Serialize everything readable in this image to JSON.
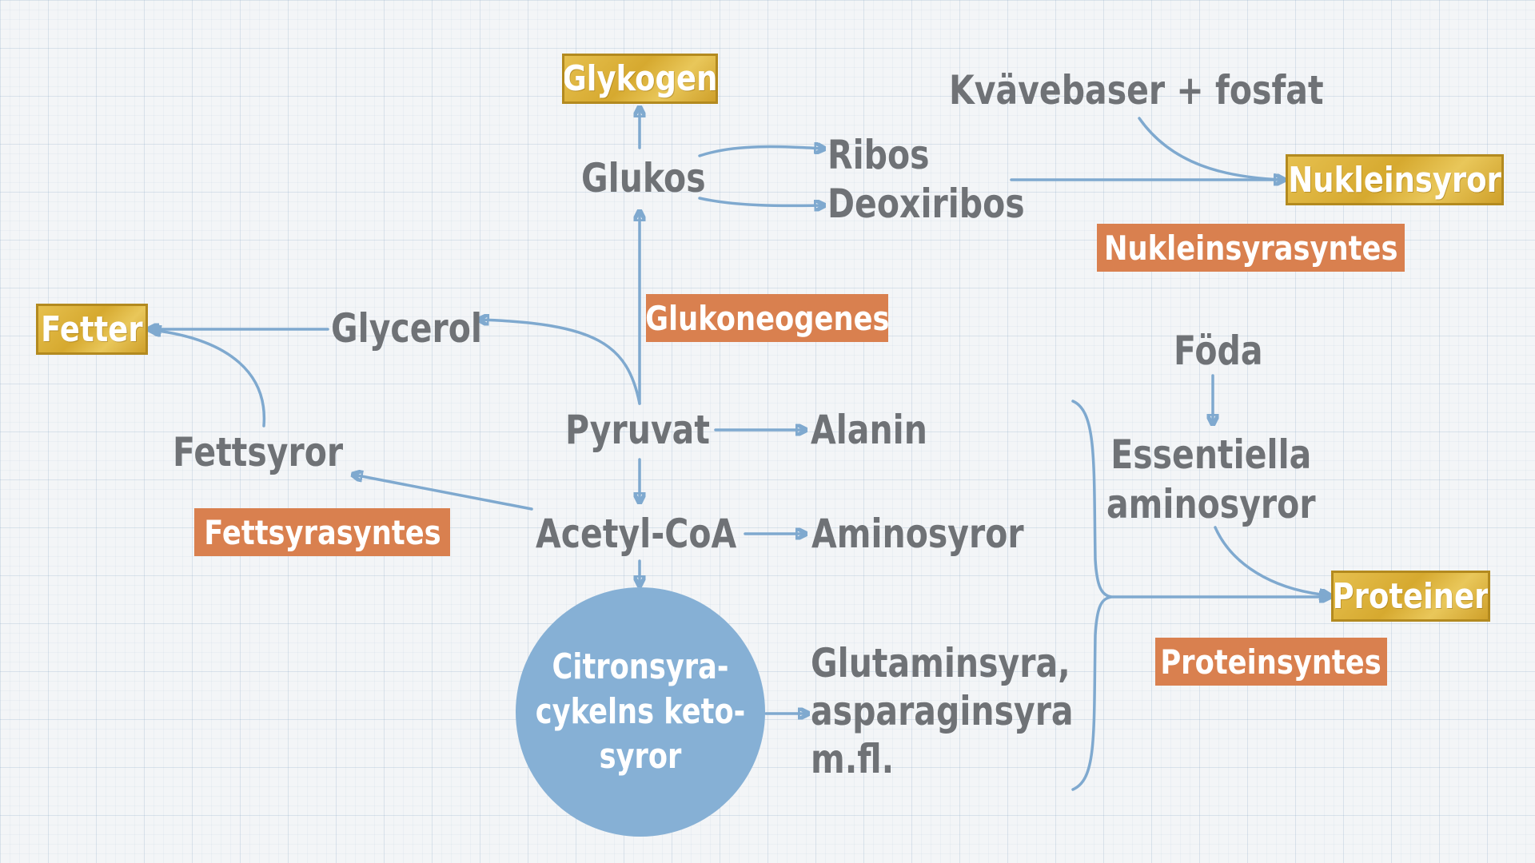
{
  "nodes": {
    "glykogen": "Glykogen",
    "glukos": "Glukos",
    "ribos": "Ribos",
    "deoxiribos": "Deoxiribos",
    "kvavebaser": "Kvävebaser + fosfat",
    "nukleinsyror": "Nukleinsyror",
    "fetter": "Fetter",
    "glycerol": "Glycerol",
    "fettsyror": "Fettsyror",
    "pyruvat": "Pyruvat",
    "alanin": "Alanin",
    "acetyl_coa": "Acetyl-CoA",
    "aminosyror": "Aminosyror",
    "citronsyra": "Citronsyra-\ncykelns keto-\nsyror",
    "glutaminsyra": "Glutaminsyra,\nasparaginsyra\nm.fl.",
    "foda": "Föda",
    "essentiella": "Essentiella\naminosyror",
    "proteiner": "Proteiner"
  },
  "processes": {
    "glukoneogenes": "Glukoneogenes",
    "nukleinsyrasyntes": "Nukleinsyrasyntes",
    "fettsyrasyntes": "Fettsyrasyntes",
    "proteinsyntes": "Proteinsyntes"
  },
  "colors": {
    "text": "#6f7276",
    "arrow": "#7fa9cf",
    "product_box": "#d9ad35",
    "process_box": "#d9804f",
    "circle": "#86b0d5",
    "background": "#f3f5f7"
  }
}
